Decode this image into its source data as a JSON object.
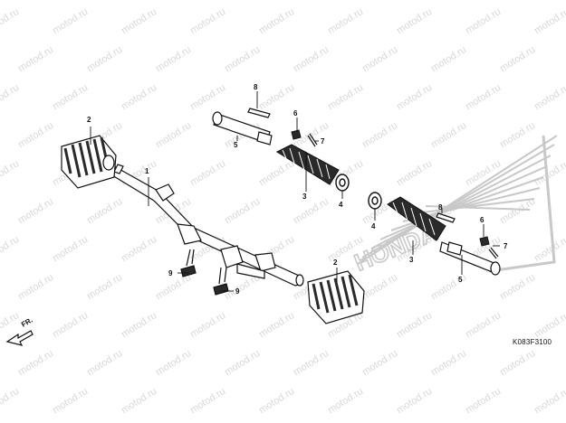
{
  "watermark_text": "motod.ru",
  "diagram_code": "K083F3100",
  "direction_label": "FR.",
  "brand_text": "HONDA",
  "callouts": {
    "stay_bar": "1",
    "step_rubber_left": "2",
    "step_rubber_right": "2",
    "pillion_rubber_left": "3",
    "pillion_rubber_right": "3",
    "washer_left": "4",
    "washer_right": "4",
    "step_bar_left": "5",
    "step_bar_right": "5",
    "nut_left": "6",
    "nut_right": "6",
    "cotter_pin_left": "7",
    "cotter_pin_right": "7",
    "pin_left": "8",
    "pin_right": "8",
    "bolt_a": "9",
    "bolt_b": "9"
  },
  "colors": {
    "line": "#111111",
    "part_dark": "#2a2a2a",
    "logo_gray": "#c8c8c8",
    "watermark": "#d8d8d8"
  }
}
